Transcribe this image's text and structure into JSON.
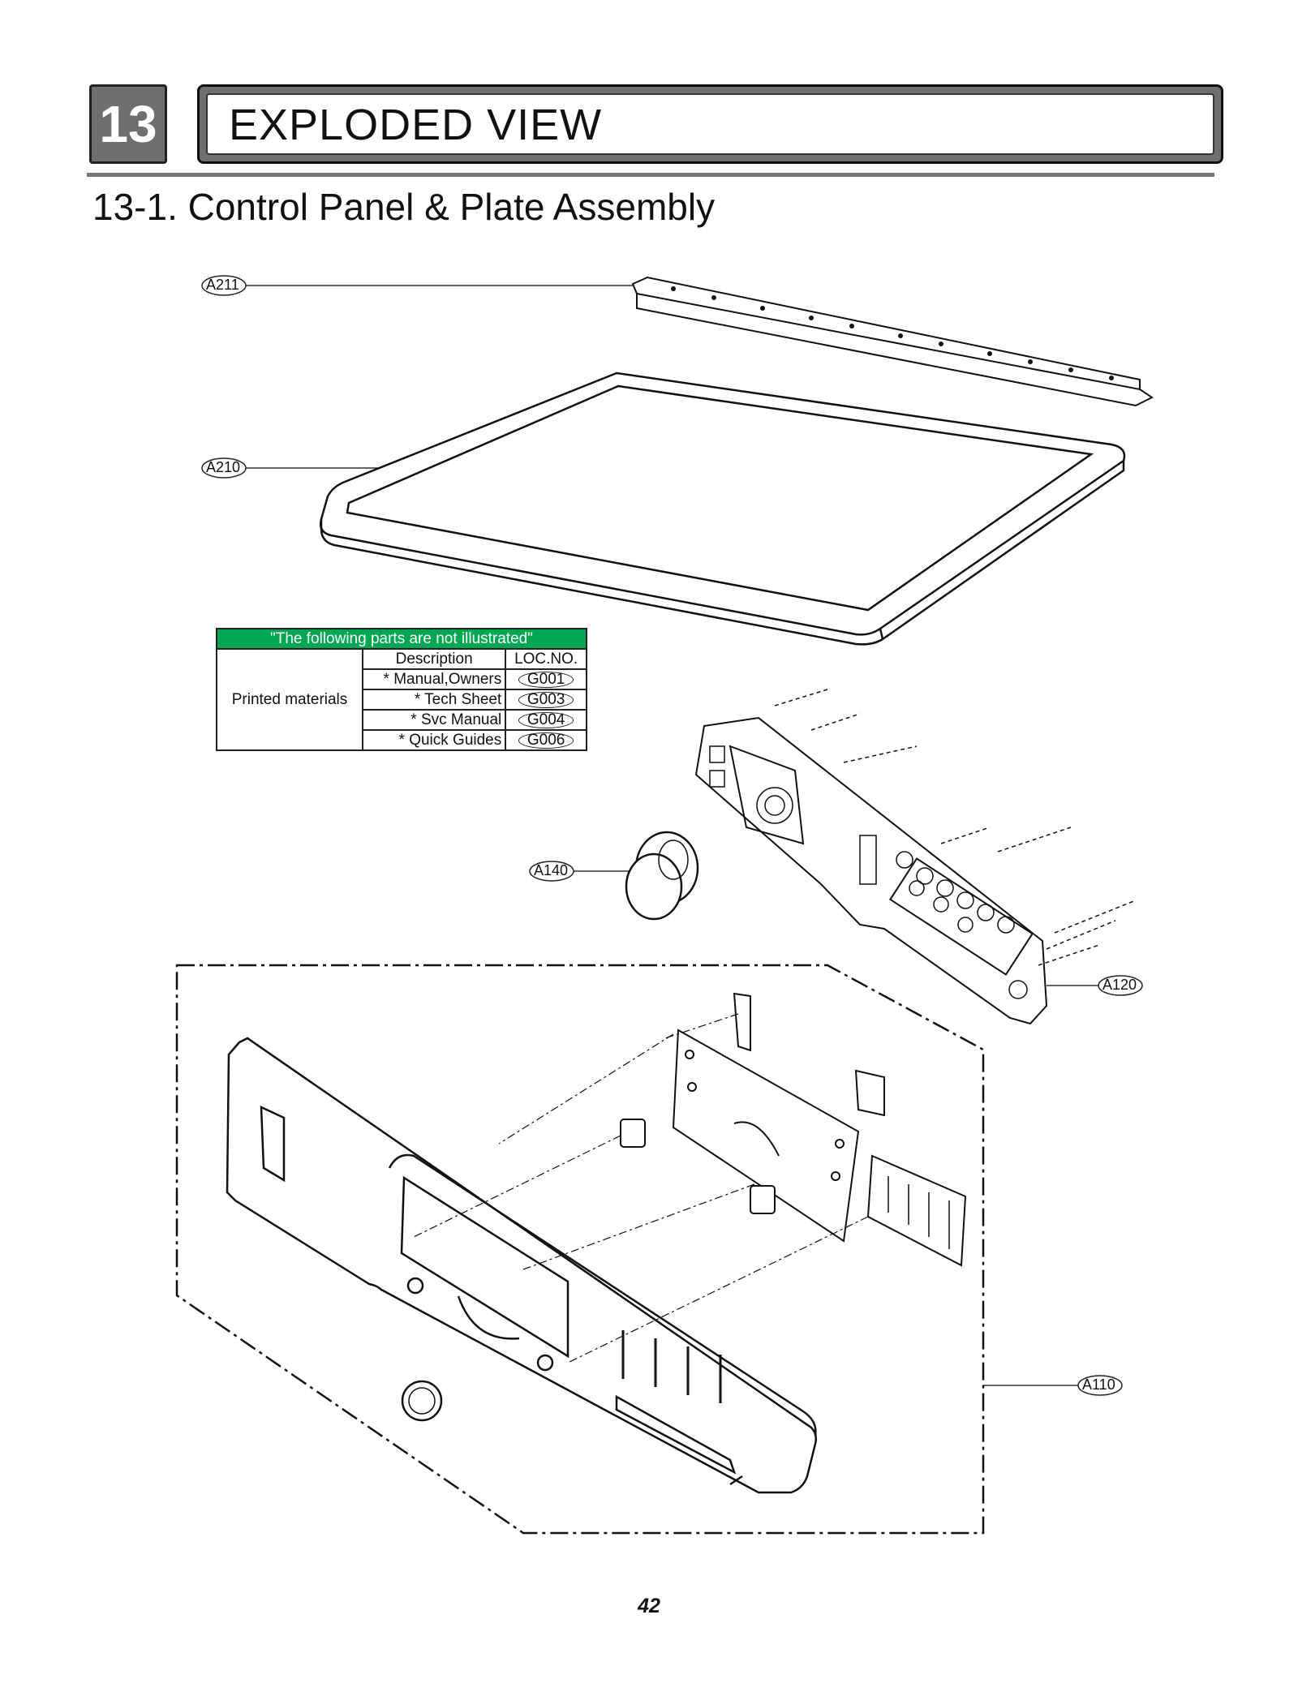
{
  "header": {
    "section_number": "13",
    "title": "EXPLODED VIEW"
  },
  "subtitle": "13-1. Control Panel & Plate Assembly",
  "callouts": {
    "a211": "A211",
    "a210": "A210",
    "a140": "A140",
    "a120": "A120",
    "a110": "A110"
  },
  "not_illustrated_table": {
    "heading": "\"The following parts are not illustrated\"",
    "col_description": "Description",
    "col_loc": "LOC.NO.",
    "group": "Printed materials",
    "rows": [
      {
        "description": "* Manual,Owners",
        "loc": "G001"
      },
      {
        "description": "* Tech Sheet",
        "loc": "G003"
      },
      {
        "description": "* Svc Manual",
        "loc": "G004"
      },
      {
        "description": "* Quick Guides",
        "loc": "G006"
      }
    ]
  },
  "page_number": "42",
  "colors": {
    "header_grey": "#6f6f6f",
    "table_header_green": "#00a651",
    "line": "#111111"
  }
}
